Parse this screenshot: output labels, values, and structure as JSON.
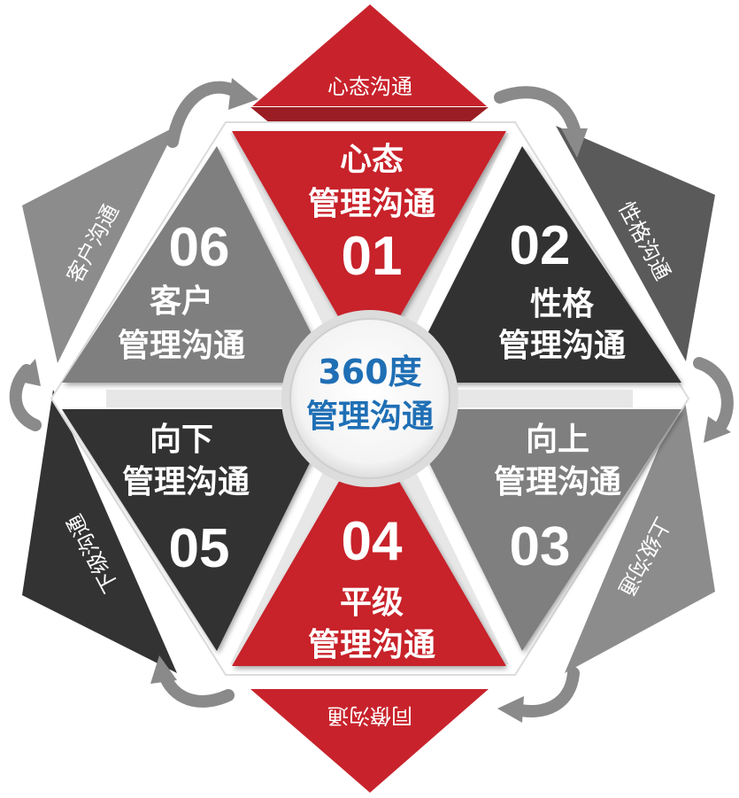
{
  "center": {
    "line1": "360度",
    "line2": "管理沟通"
  },
  "outer_labels": {
    "top": "心态沟通",
    "upper_right": "性格沟通",
    "lower_right": "上级沟通",
    "bottom": "同僚沟通",
    "lower_left": "下级沟通",
    "upper_left": "客户沟通"
  },
  "segments": [
    {
      "number": "01",
      "title": "心态",
      "subtitle": "管理沟通"
    },
    {
      "number": "02",
      "title": "性格",
      "subtitle": "管理沟通"
    },
    {
      "number": "03",
      "title": "向上",
      "subtitle": "管理沟通"
    },
    {
      "number": "04",
      "title": "平级",
      "subtitle": "管理沟通"
    },
    {
      "number": "05",
      "title": "向下",
      "subtitle": "管理沟通"
    },
    {
      "number": "06",
      "title": "客户",
      "subtitle": "管理沟通"
    }
  ],
  "colors": {
    "red": "#c8232c",
    "dark": "#333333",
    "gray": "#7f7f7f",
    "outer_gray": "#8c8c8c",
    "center_text": "#1f6fb5"
  }
}
